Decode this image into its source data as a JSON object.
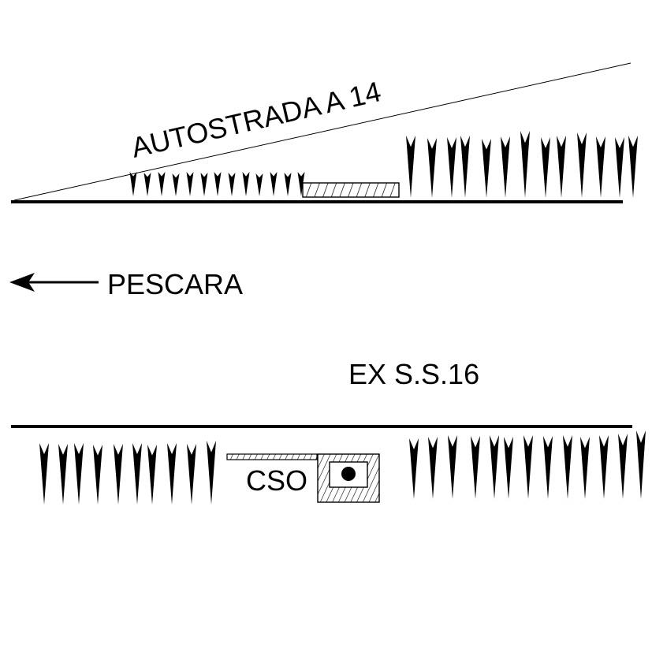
{
  "labels": {
    "autostrada": "AUTOSTRADA A 14",
    "direction": "PESCARA",
    "road": "EX S.S.16",
    "cso": "CSO"
  },
  "colors": {
    "ink": "#000000",
    "background": "#ffffff"
  },
  "icons": {
    "direction_arrow": "left-arrow-icon",
    "vegetation": "spike-tree-icon",
    "manhole": "manhole-icon"
  }
}
